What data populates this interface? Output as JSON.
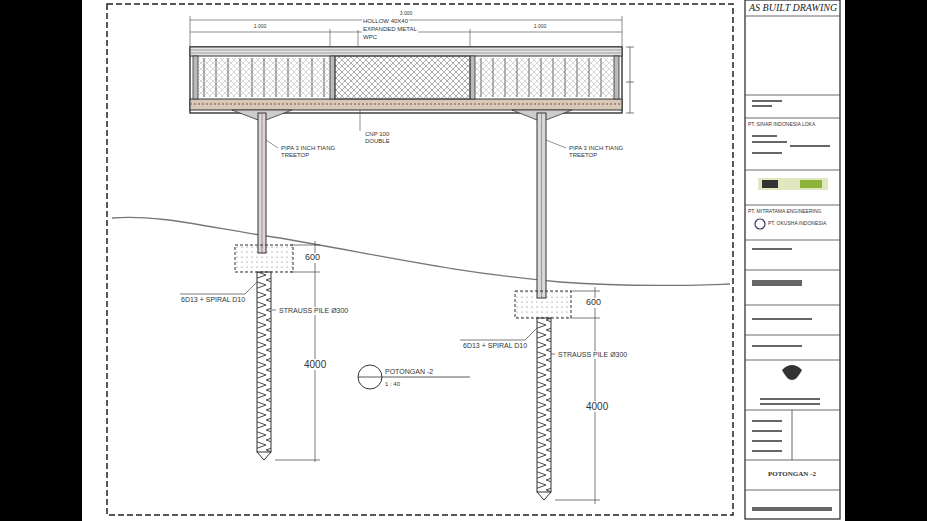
{
  "diagram": {
    "title": "AS BUILT DRAWING",
    "labels": [
      "3.000",
      "1.000",
      "1.000",
      "HOLLOW 40X40",
      "EXPANDED METAL",
      "WPC",
      "CNP 100 DOUBLE",
      "PIPA 3 INCH TIANG TREETOP",
      "PIPA 3 INCH TIANG TREETOP",
      "600",
      "6D13 + SPIRAL D10",
      "STRAUSS PILE Ø300",
      "4000",
      "600",
      "6D13 + SPIRAL D10",
      "STRAUSS PILE Ø300",
      "4000",
      "POTONGAN -2",
      "1 : 40",
      "PT. SINAR INDONESIA LOKA",
      "PT. MITRATAMA ENGINEERING",
      "PT. OKUSHA INDONESIA",
      "POTONGAN -2"
    ]
  }
}
